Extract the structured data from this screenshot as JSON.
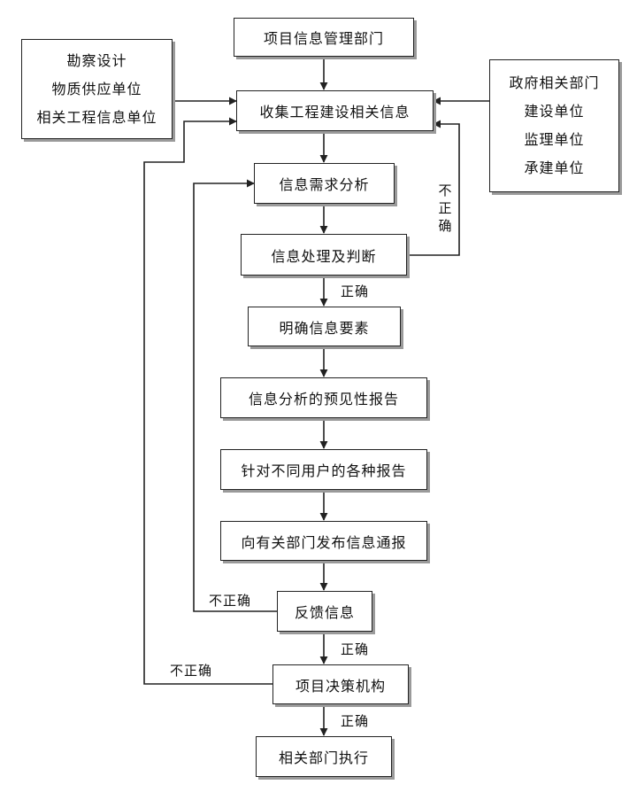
{
  "boxes": {
    "mgmt_dept": "项目信息管理部门",
    "collect": "收集工程建设相关信息",
    "demand": "信息需求分析",
    "process": "信息处理及判断",
    "elements": "明确信息要素",
    "forecast": "信息分析的预见性报告",
    "reports": "针对不同用户的各种报告",
    "publish": "向有关部门发布信息通报",
    "feedback": "反馈信息",
    "decision": "项目决策机构",
    "execute": "相关部门执行"
  },
  "left_sources": [
    "勘察设计",
    "物质供应单位",
    "相关工程信息单位"
  ],
  "right_sources": [
    "政府相关部门",
    "建设单位",
    "监理单位",
    "承建单位"
  ],
  "labels": {
    "incorrect_vertical": [
      "不",
      "正",
      "确"
    ],
    "correct_1": "正确",
    "incorrect_feedback": "不正确",
    "correct_2": "正确",
    "incorrect_decision": "不正确",
    "correct_3": "正确"
  },
  "colors": {
    "line": "#222222",
    "shadow": "#9a9a9a"
  }
}
